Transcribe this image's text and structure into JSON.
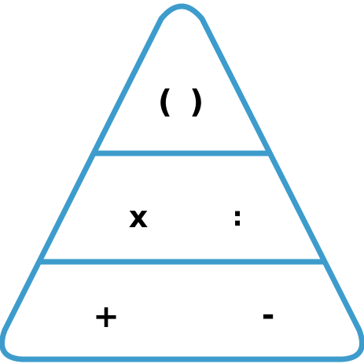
{
  "diagram": {
    "stroke_color": "#3d9ccc",
    "text_color": "#000000",
    "tiers": [
      {
        "name": "top",
        "symbols": [
          "( )"
        ]
      },
      {
        "name": "middle",
        "symbols": [
          "x",
          ":"
        ]
      },
      {
        "name": "bottom",
        "symbols": [
          "+",
          "-"
        ]
      }
    ]
  }
}
